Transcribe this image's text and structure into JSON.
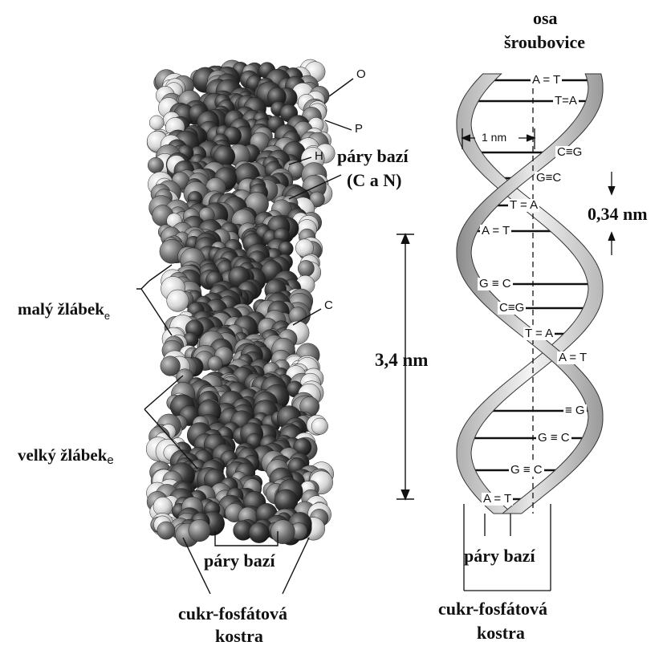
{
  "left_model": {
    "atom_labels": {
      "oxygen": "O",
      "phosphorus": "P",
      "hydrogen": "H",
      "carbon": "C"
    },
    "base_pairs_cn_line1": "páry bazí",
    "base_pairs_cn_line2": "(C a N)",
    "minor_groove": "malý žlábek",
    "minor_groove_sub": "e",
    "major_groove": "velký žlábek",
    "major_groove_sub": "e",
    "pitch": "3,4 nm",
    "base_pairs_bottom": "páry bazí",
    "backbone_line1": "cukr-fosfátová",
    "backbone_line2": "kostra"
  },
  "right_helix": {
    "axis_line1": "osa",
    "axis_line2": "šroubovice",
    "width_label": "1 nm",
    "rise_label": "0,34 nm",
    "pairs": [
      "A = T",
      "T=A",
      "C≡G",
      "G≡C",
      "T = A",
      "A = T",
      "G ≡ C",
      "C≡G",
      "T = A",
      "A = T",
      "≡ G",
      "G ≡ C",
      "G ≡ C",
      "A = T"
    ],
    "base_pairs_bottom": "páry bazí",
    "backbone_line1": "cukr-fosfátová",
    "backbone_line2": "kostra"
  }
}
